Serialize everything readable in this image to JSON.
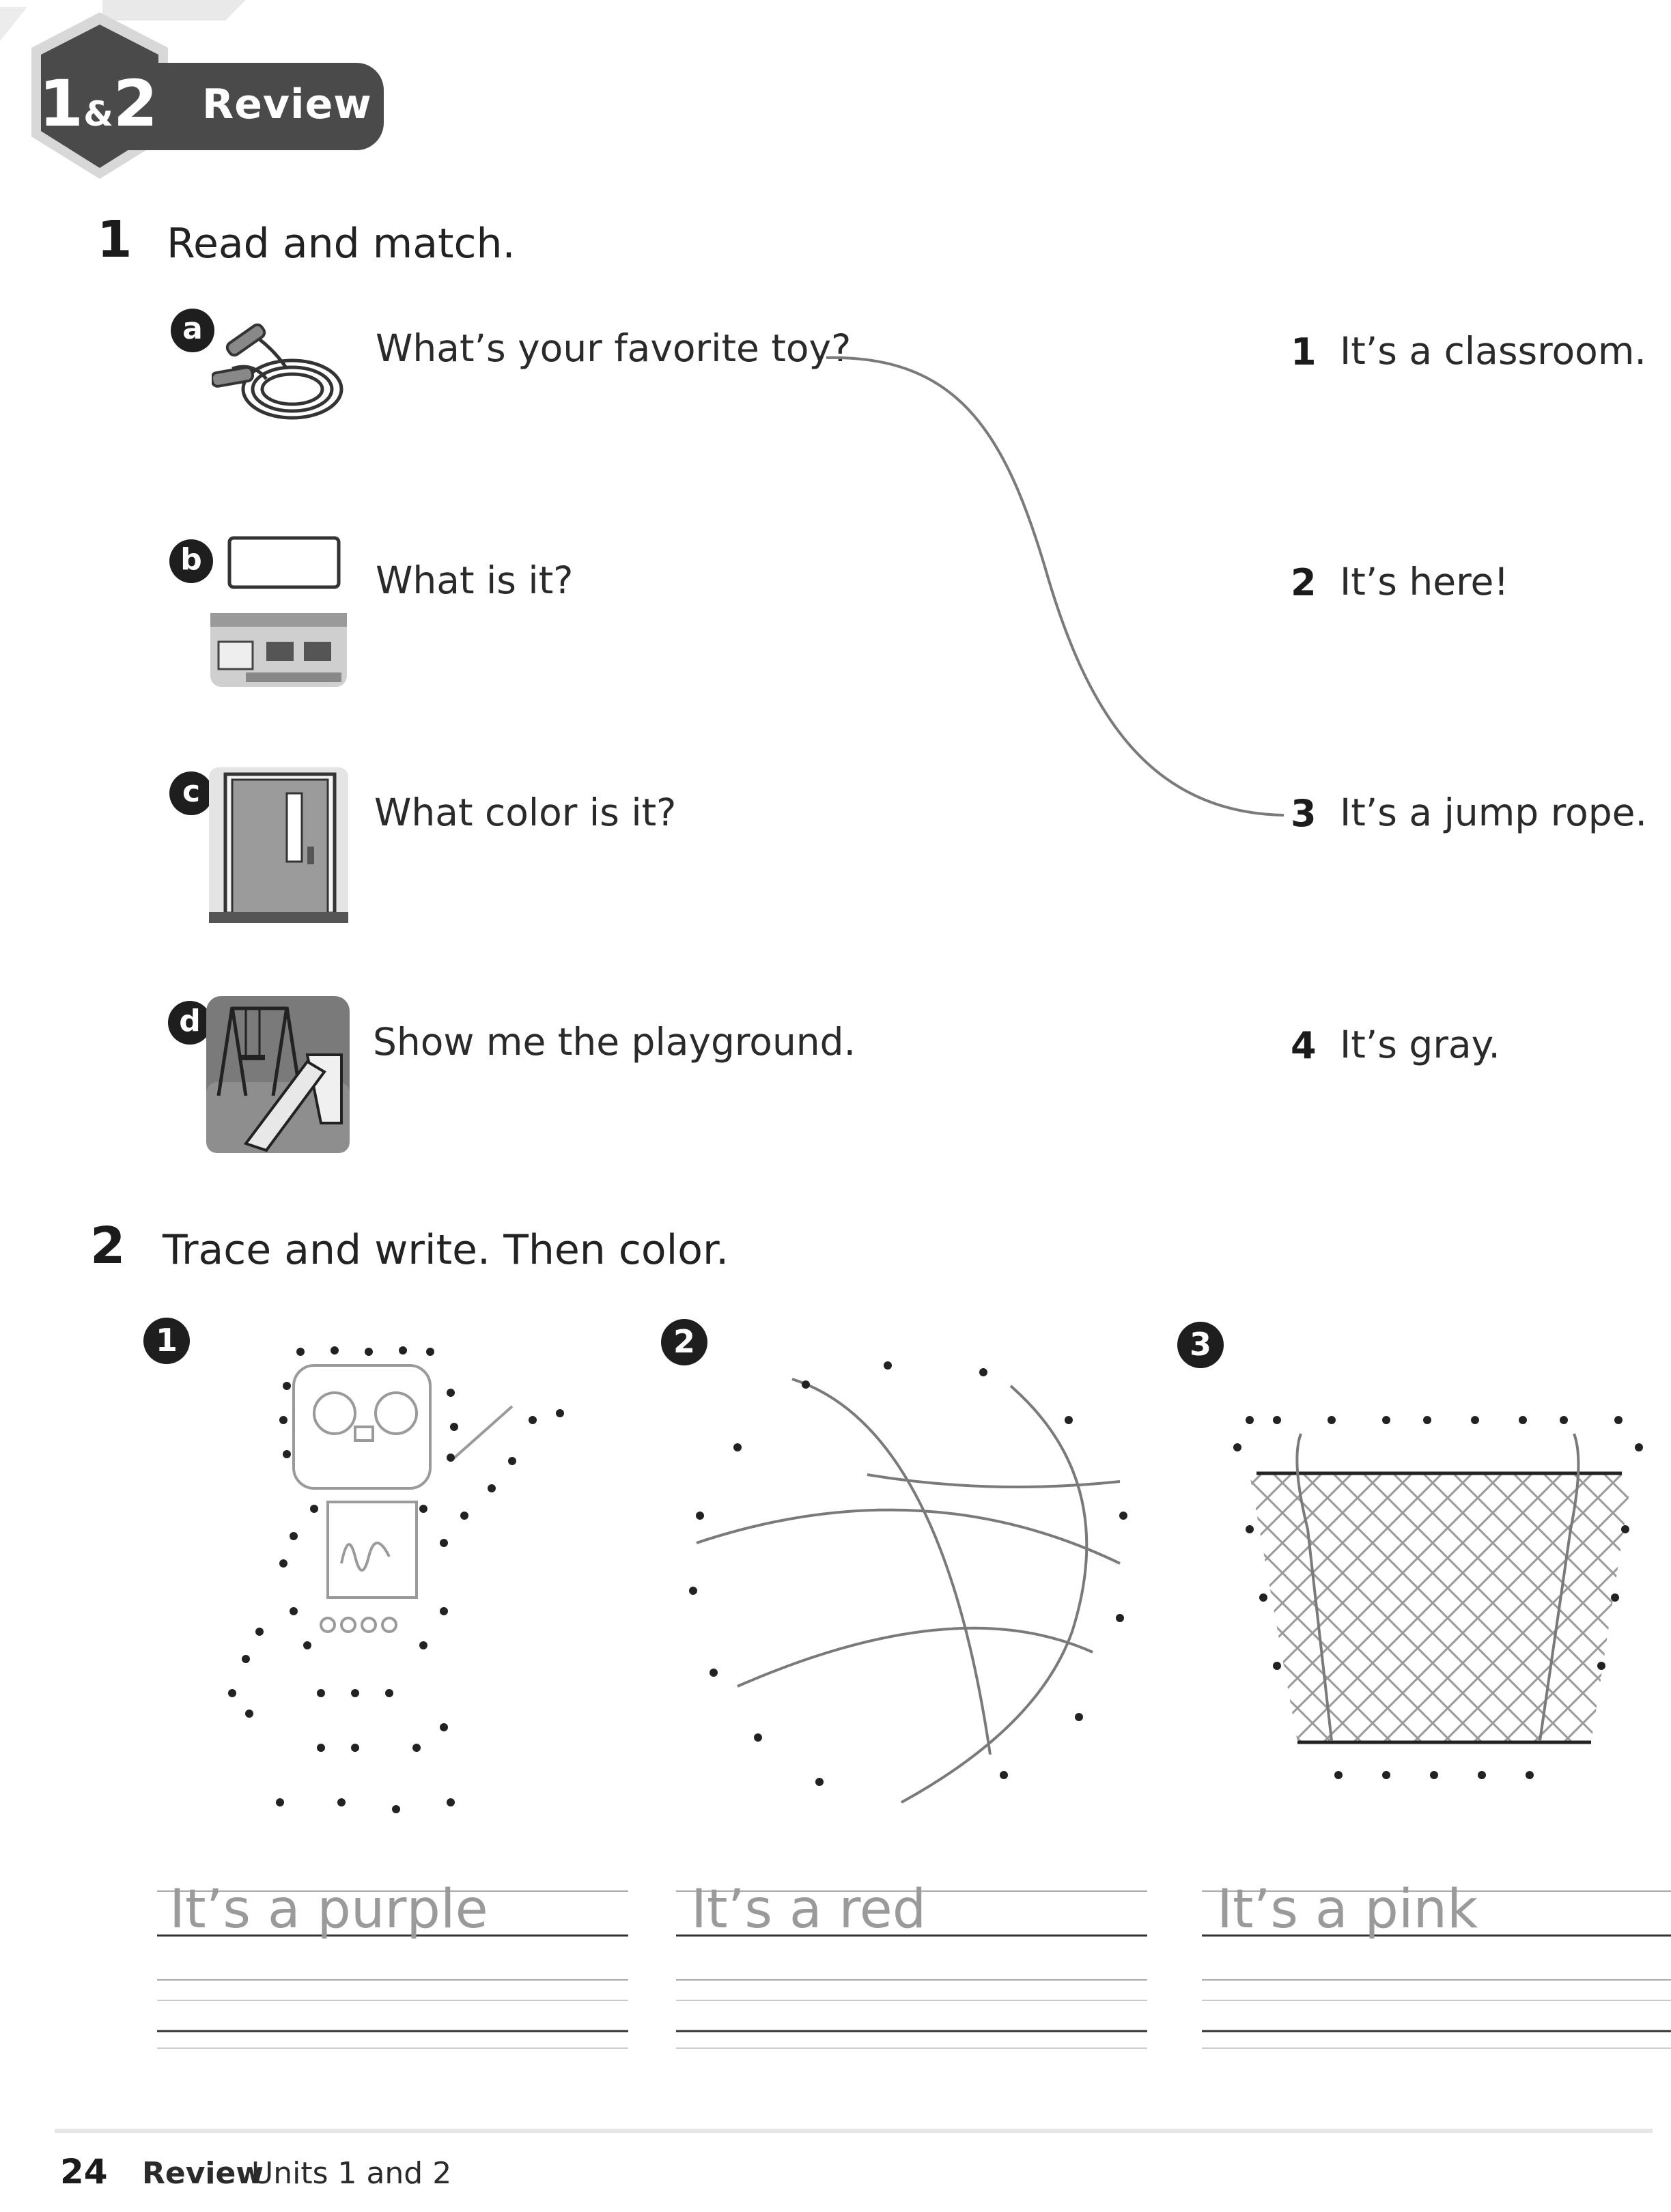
{
  "header": {
    "unit_number": "1",
    "unit_amp": "&",
    "unit_number2": "2",
    "label": "Review"
  },
  "exercise1": {
    "number": "1",
    "title": "Read and match.",
    "questions": [
      {
        "letter": "a",
        "text": "What’s your favorite toy?"
      },
      {
        "letter": "b",
        "text": "What is it?"
      },
      {
        "letter": "c",
        "text": "What color is it?"
      },
      {
        "letter": "d",
        "text": "Show me the playground."
      }
    ],
    "answers": [
      {
        "number": "1",
        "text": "It’s a classroom."
      },
      {
        "number": "2",
        "text": "It’s here!"
      },
      {
        "number": "3",
        "text": "It’s a jump rope."
      },
      {
        "number": "4",
        "text": "It’s gray."
      }
    ]
  },
  "exercise2": {
    "number": "2",
    "title": "Trace and write. Then color.",
    "items": [
      {
        "number": "1",
        "trace": "It’s a purple"
      },
      {
        "number": "2",
        "trace": "It’s a red"
      },
      {
        "number": "3",
        "trace": "It’s a pink"
      }
    ]
  },
  "footer": {
    "page": "24",
    "title": "Review",
    "subtitle": "Units 1 and 2"
  }
}
